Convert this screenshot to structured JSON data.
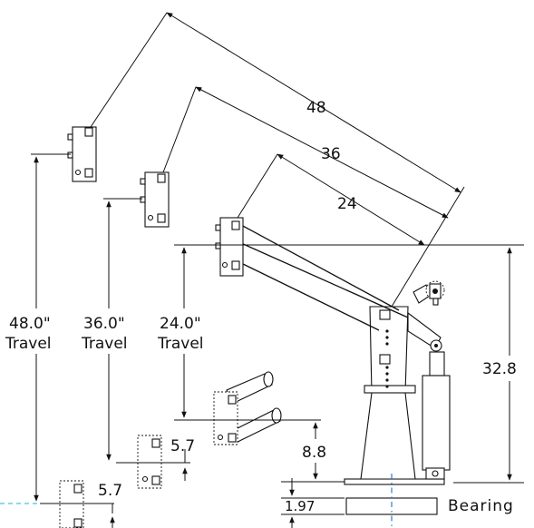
{
  "dimensions": {
    "arm_48": "48",
    "arm_36": "36",
    "arm_24": "24",
    "height_32_8": "32.8",
    "height_8_8": "8.8",
    "offset_5_7_a": "5.7",
    "offset_5_7_b": "5.7",
    "bearing_1_97": "1.97"
  },
  "travel": {
    "t48_value": "48.0\"",
    "t48_label": "Travel",
    "t36_value": "36.0\"",
    "t36_label": "Travel",
    "t24_value": "24.0\"",
    "t24_label": "Travel"
  },
  "labels": {
    "bearing": "Bearing"
  }
}
